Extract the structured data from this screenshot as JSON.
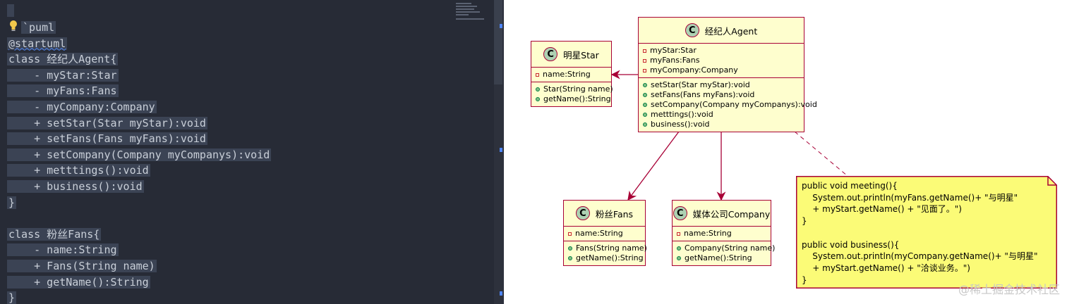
{
  "editor": {
    "fence_label": "`puml",
    "lines": [
      "@startuml",
      "class 经纪人Agent{",
      "    - myStar:Star",
      "    - myFans:Fans",
      "    - myCompany:Company",
      "    + setStar(Star myStar):void",
      "    + setFans(Fans myFans):void",
      "    + setCompany(Company myCompanys):void",
      "    + metttings():void",
      "    + business():void",
      "}",
      "",
      "class 粉丝Fans{",
      "    - name:String",
      "    + Fans(String name)",
      "    + getName():String",
      "}"
    ],
    "colors": {
      "background": "#272b36",
      "text": "#c9cfd8",
      "selection": "#3b4354",
      "accent": "#4f86f7"
    }
  },
  "diagram": {
    "agent": {
      "icon": "C",
      "name": "经纪人Agent",
      "fields": [
        "myStar:Star",
        "myFans:Fans",
        "myCompany:Company"
      ],
      "methods": [
        "setStar(Star myStar):void",
        "setFans(Fans myFans):void",
        "setCompany(Company myCompanys):void",
        "metttings():void",
        "business():void"
      ]
    },
    "star": {
      "icon": "C",
      "name": "明星Star",
      "fields": [
        "name:String"
      ],
      "methods": [
        "Star(String name)",
        "getName():String"
      ]
    },
    "fans": {
      "icon": "C",
      "name": "粉丝Fans",
      "fields": [
        "name:String"
      ],
      "methods": [
        "Fans(String name)",
        "getName():String"
      ]
    },
    "company": {
      "icon": "C",
      "name": "媒体公司Company",
      "fields": [
        "name:String"
      ],
      "methods": [
        "Company(String name)",
        "getName():String"
      ]
    },
    "note": "public void meeting(){\n    System.out.println(myFans.getName()+ \"与明星\"\n    + myStart.getName() + \"见面了。\")\n}\n\npublic void business(){\n    System.out.println(myCompany.getName()+ \"与明星\"\n    + myStart.getName() + \"洽谈业务。\")\n}",
    "colors": {
      "class_fill": "#fefece",
      "border": "#a80036",
      "note_fill": "#fbfb77",
      "icon_fill": "#add1b2"
    }
  },
  "watermark": "@稀土掘金技术社区"
}
